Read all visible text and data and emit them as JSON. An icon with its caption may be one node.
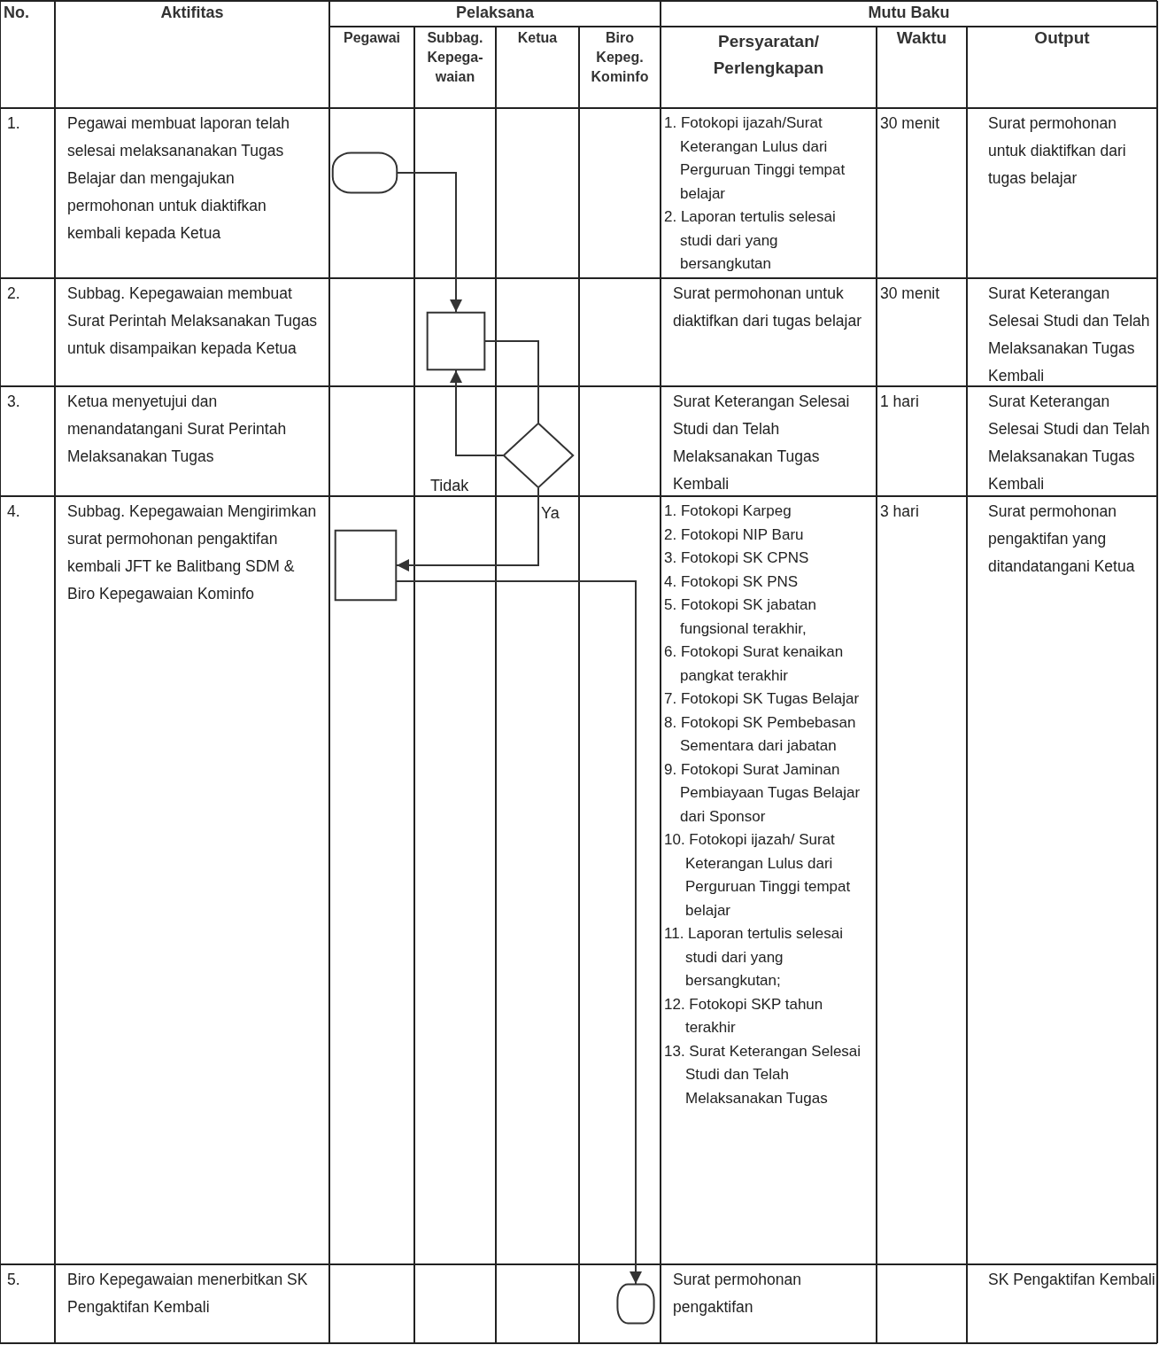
{
  "diagram": {
    "nodes": [
      {
        "text": [],
        "shape": "terminator"
      },
      {
        "text": [],
        "shape": "box"
      },
      {
        "text": [],
        "shape": "diamond"
      },
      {
        "text": [],
        "shape": "box"
      },
      {
        "text": [],
        "shape": "terminator"
      }
    ],
    "edges": [
      {
        "from": 0,
        "to": 1,
        "arrow": "to"
      },
      {
        "from": 1,
        "to": 2,
        "arrow": "none"
      },
      {
        "from": 2,
        "to": 1,
        "arrow": "to",
        "label": "Tidak"
      },
      {
        "from": 2,
        "to": 3,
        "arrow": "to",
        "label": "Ya"
      },
      {
        "from": 3,
        "to": 4,
        "arrow": "to"
      }
    ],
    "labels": [
      "No.",
      "Aktifitas",
      "Pelaksana",
      "Mutu Baku",
      "Pegawai",
      "Subbag. Kepega- waian",
      "Ketua",
      "Biro Kepeg. Kominfo",
      "Persyaratan/ Perlengkapan",
      "Waktu",
      "Output",
      "1.",
      "Pegawai membuat laporan telah selesai melaksananakan Tugas Belajar dan mengajukan permohonan untuk diaktifkan kembali kepada Ketua",
      "1. Fotokopi ijazah/Surat Keterangan Lulus dari Perguruan Tinggi tempat belajar",
      "2. Laporan tertulis selesai studi dari yang bersangkutan",
      "30 menit",
      "Surat permohonan untuk diaktifkan dari tugas belajar",
      "2.",
      "Subbag. Kepegawaian membuat Surat Perintah Melaksanakan Tugas untuk disampaikan kepada Ketua",
      "Surat permohonan untuk diaktifkan dari tugas belajar",
      "30 menit",
      "Surat Keterangan Selesai Studi dan Telah Melaksanakan Tugas Kembali",
      "3.",
      "Ketua menyetujui dan menandatangani Surat Perintah Melaksanakan Tugas",
      "Surat Keterangan Selesai Studi dan Telah Melaksanakan Tugas Kembali",
      "1 hari",
      "Surat Keterangan Selesai Studi dan Telah Melaksanakan Tugas Kembali",
      "4.",
      "Subbag. Kepegawaian Mengirimkan surat permohonan pengaktifan kembali JFT ke Balitbang SDM & Biro Kepegawaian Kominfo",
      "1. Fotokopi Karpeg",
      "2. Fotokopi NIP Baru",
      "3. Fotokopi SK CPNS",
      "4. Fotokopi SK PNS",
      "5. Fotokopi SK jabatan fungsional terakhir,",
      "6. Fotokopi Surat kenaikan pangkat terakhir",
      "7. Fotokopi SK Tugas Belajar",
      "8. Fotokopi SK Pembebasan Sementara dari jabatan",
      "9. Fotokopi Surat Jaminan Pembiayaan Tugas Belajar dari Sponsor",
      "10. Fotokopi ijazah/ Surat Keterangan Lulus dari Perguruan Tinggi tempat belajar",
      "11. Laporan tertulis selesai studi dari yang bersangkutan;",
      "12. Fotokopi SKP tahun terakhir",
      "13. Surat Keterangan Selesai Studi dan Telah Melaksanakan Tugas",
      "3 hari",
      "Surat permohonan pengaktifan yang ditandatangani Ketua",
      "5.",
      "Biro Kepegawaian menerbitkan SK Pengaktifan Kembali",
      "Surat permohonan pengaktifan",
      "SK Pengaktifan Kembali"
    ]
  }
}
